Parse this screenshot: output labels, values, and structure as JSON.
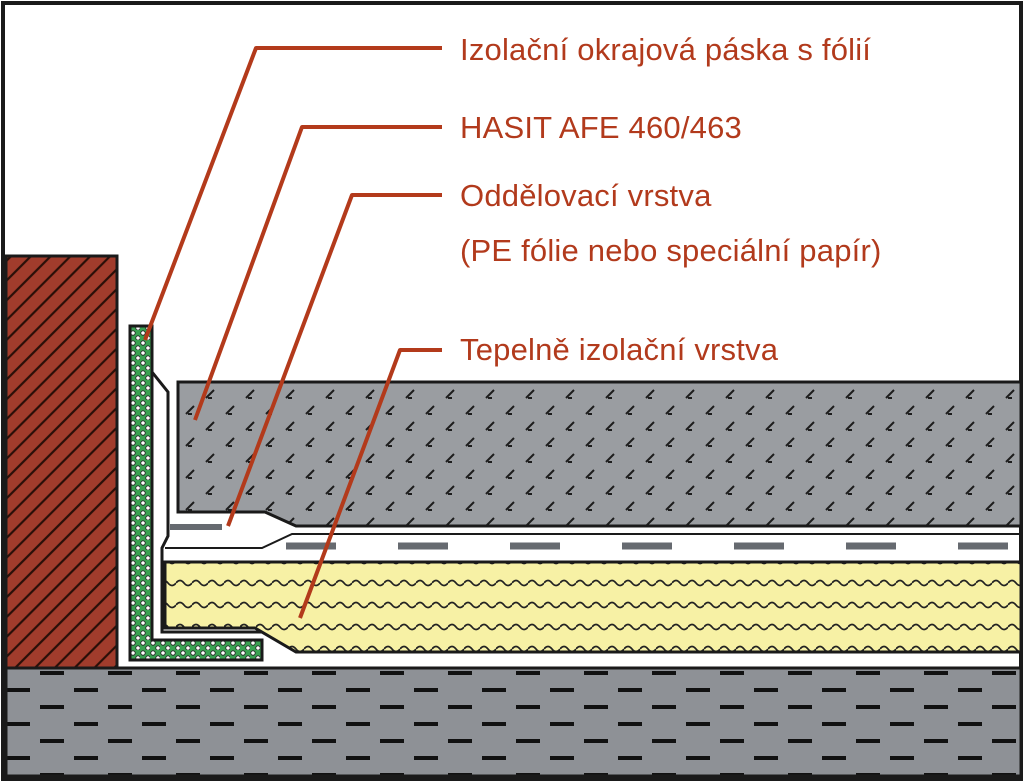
{
  "labels": {
    "edge_strip": "Izolační okrajová páska s fólií",
    "screed": "HASIT AFE 460/463",
    "separation_line1": "Oddělovací vrstva",
    "separation_line2": "(PE fólie nebo speciální papír)",
    "thermal": "Tepelně izolační vrstva"
  },
  "colors": {
    "leader": "#b33a1b",
    "label_text": "#b23a1c",
    "wall_brick": "#a13c2c",
    "slab_gray": "#8e9196",
    "screed_gray": "#9a9da1",
    "insulation_yellow": "#f7f1a5",
    "edge_strip_green": "#3aa152",
    "outline": "#222222"
  }
}
